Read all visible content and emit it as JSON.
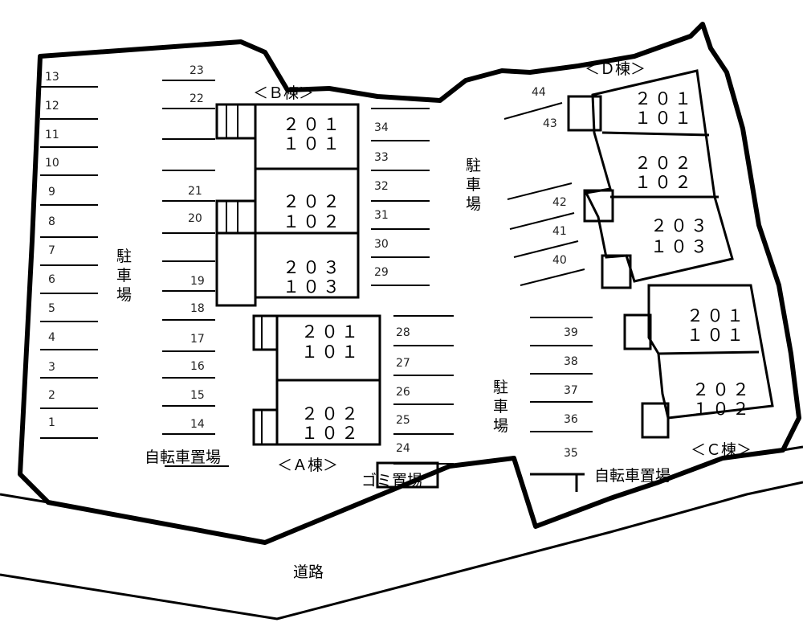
{
  "buildings": {
    "a": {
      "label": "＜Ａ棟＞",
      "units": [
        [
          "２０１",
          "１０１"
        ],
        [
          "２０２",
          "１０２"
        ]
      ]
    },
    "b": {
      "label": "＜Ｂ棟＞",
      "units": [
        [
          "２０１",
          "１０１"
        ],
        [
          "２０２",
          "１０２"
        ],
        [
          "２０３",
          "１０３"
        ]
      ]
    },
    "c": {
      "label": "＜Ｃ棟＞",
      "units": [
        [
          "２０１",
          "１０１"
        ],
        [
          "２０２",
          "１０２"
        ]
      ]
    },
    "d": {
      "label": "＜Ｄ棟＞",
      "units": [
        [
          "２０１",
          "１０１"
        ],
        [
          "２０２",
          "１０２"
        ],
        [
          "２０３",
          "１０３"
        ]
      ]
    }
  },
  "areas": {
    "parking": "駐車場",
    "bicycle": "自転車置場",
    "garbage": "ゴミ置場",
    "road": "道路"
  },
  "parking_numbers": {
    "left_column": [
      "13",
      "12",
      "11",
      "10",
      "9",
      "8",
      "7",
      "6",
      "5",
      "4",
      "3",
      "2",
      "1"
    ],
    "left_middle": [
      "23",
      "22",
      "21",
      "20",
      "19",
      "18",
      "17",
      "16",
      "15",
      "14"
    ],
    "center_b": [
      "34",
      "33",
      "32",
      "31",
      "30",
      "29"
    ],
    "center_a": [
      "28",
      "27",
      "26",
      "25",
      "24"
    ],
    "right_lower": [
      "39",
      "38",
      "37",
      "36",
      "35"
    ],
    "right_upper": [
      "44",
      "43",
      "42",
      "41",
      "40"
    ]
  }
}
